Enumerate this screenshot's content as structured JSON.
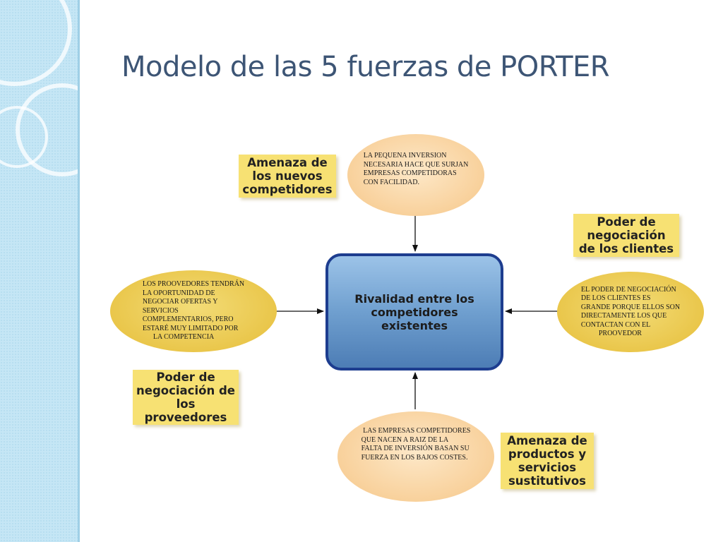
{
  "slide": {
    "title": "Modelo de las 5 fuerzas de PORTER"
  },
  "diagram": {
    "center": "Rivalidad entre los\ncompetidores\nexistentes",
    "labels": {
      "new_entrants": "Amenaza de\nlos nuevos\ncompetidores",
      "clients": "Poder de\nnegociación\nde los clientes",
      "suppliers": "Poder de\nnegociación de\nlos\nproveedores",
      "substitutes": "Amenaza de\nproductos y\nservicios\nsustitutivos"
    },
    "ovals": {
      "top": "LA PEQUENA INVERSION\nNECESARIA HACE QUE SURJAN\nEMPRESAS COMPETIDORAS\nCON FACILIDAD.",
      "left": "LOS PROOVEDORES TENDRÁN\nLA OPORTUNIDAD DE\nNEGOCIAR OFERTAS Y\nSERVICIOS\nCOMPLEMENTARIOS, PERO\nESTARÉ MUY LIMITADO POR\n      LA COMPETENCIA",
      "right": "EL PODER DE NEGOCIACIÓN\nDE LOS CLIENTES ES\nGRANDE PORQUE ELLOS SON\nDIRECTAMENTE LOS QUE\nCONTACTAN CON EL\n          PROOVEDOR",
      "bottom": " LAS EMPRESAS COMPETIDORES\nQUE NACEN A RAIZ DE LA\nFALTA DE INVERSIÓN BASAN SU\nFUERZA EN LOS BAJOS COSTES."
    },
    "colors": {
      "center_border": "#1d3d8f",
      "label_fill": "#f7e173",
      "peach_oval": "#f8cf98",
      "gold_oval": "#e9c548"
    }
  }
}
